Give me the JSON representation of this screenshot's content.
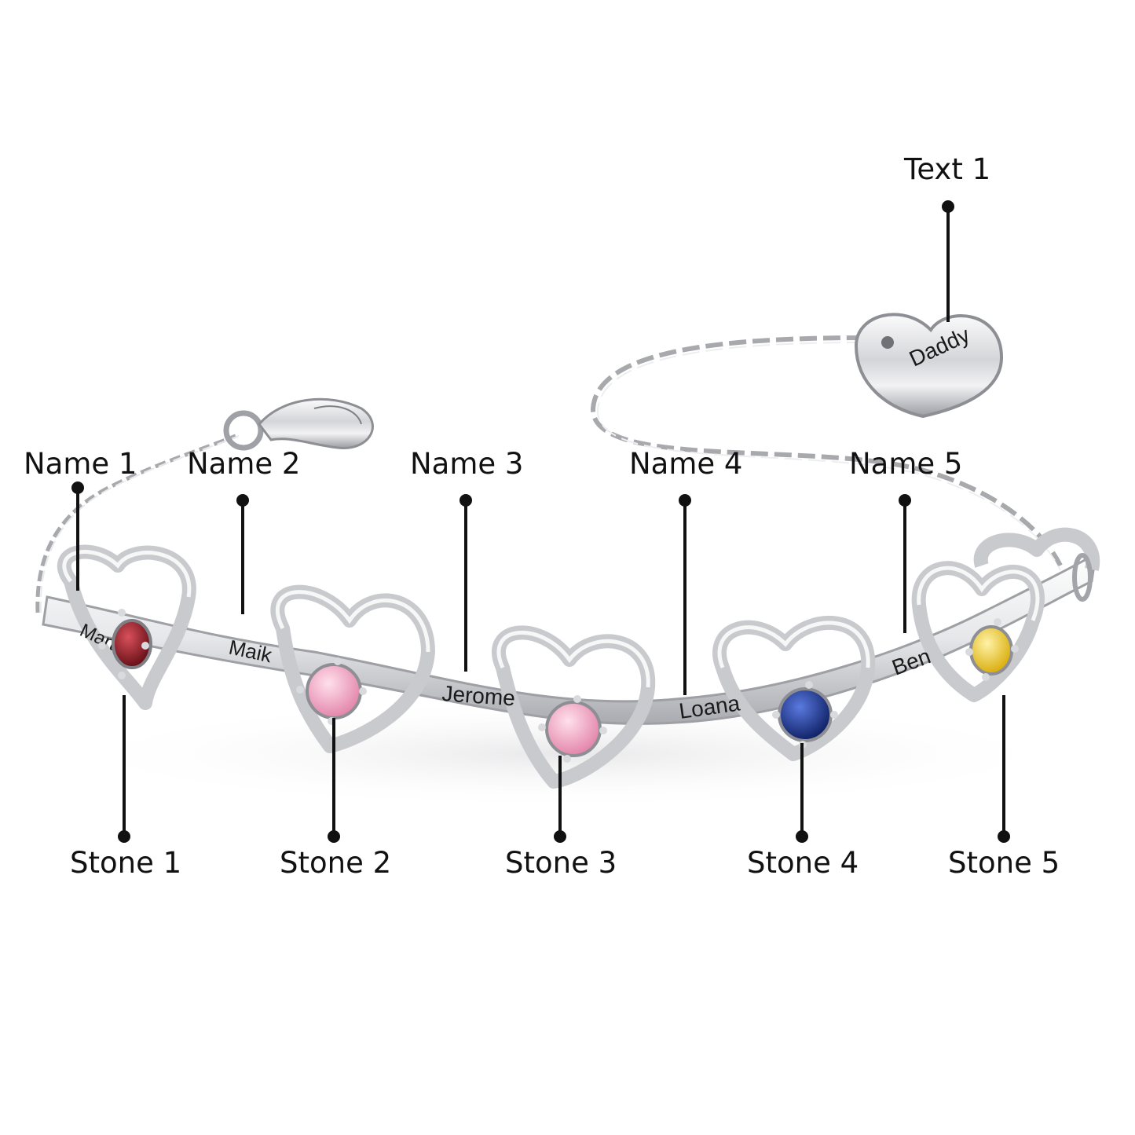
{
  "colors": {
    "silver_light": "#f4f4f6",
    "silver_mid": "#c8c9cd",
    "silver_dark": "#8d8f94",
    "callout_ink": "#111111",
    "stone_1": "#8a1420",
    "stone_2": "#f3a6c4",
    "stone_3": "#f1a8c2",
    "stone_4": "#16308c",
    "stone_5": "#f0cf2a"
  },
  "callouts": {
    "text_1": "Text 1",
    "name_1": "Name 1",
    "name_2": "Name 2",
    "name_3": "Name 3",
    "name_4": "Name 4",
    "name_5": "Name 5",
    "stone_1": "Stone 1",
    "stone_2": "Stone 2",
    "stone_3": "Stone 3",
    "stone_4": "Stone 4",
    "stone_5": "Stone 5"
  },
  "engravings": {
    "charm": "Daddy",
    "name_1": "Martin",
    "name_2": "Maik",
    "name_3": "Jerome",
    "name_4": "Loana",
    "name_5": "Ben"
  }
}
